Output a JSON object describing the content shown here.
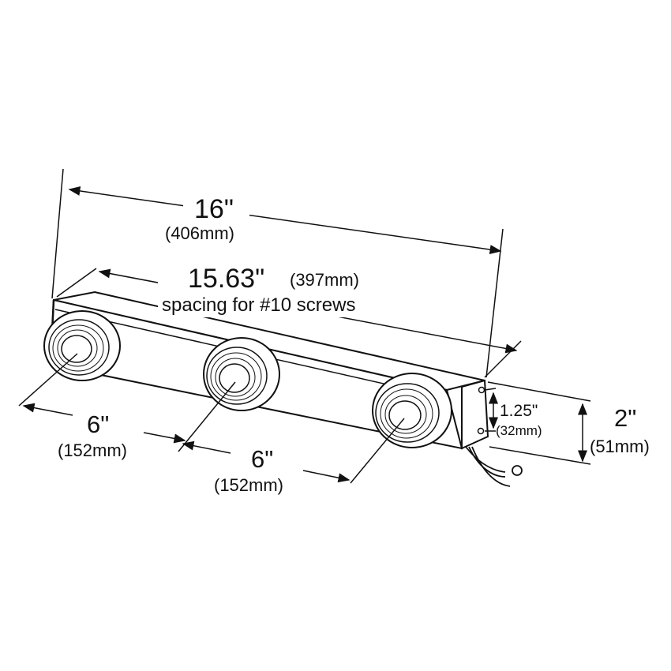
{
  "dimensions": {
    "overall_length": {
      "value": "16\"",
      "metric": "(406mm)"
    },
    "screw_spacing": {
      "value": "15.63\"",
      "metric": "(397mm)",
      "note": "spacing for #10 screws"
    },
    "lamp_spacing_left": {
      "value": "6\"",
      "metric": "(152mm)"
    },
    "lamp_spacing_right": {
      "value": "6\"",
      "metric": "(152mm)"
    },
    "bracket_height": {
      "value": "1.25\"",
      "metric": "(32mm)"
    },
    "overall_height": {
      "value": "2\"",
      "metric": "(51mm)"
    }
  },
  "colors": {
    "line": "#111111",
    "background": "#ffffff"
  }
}
